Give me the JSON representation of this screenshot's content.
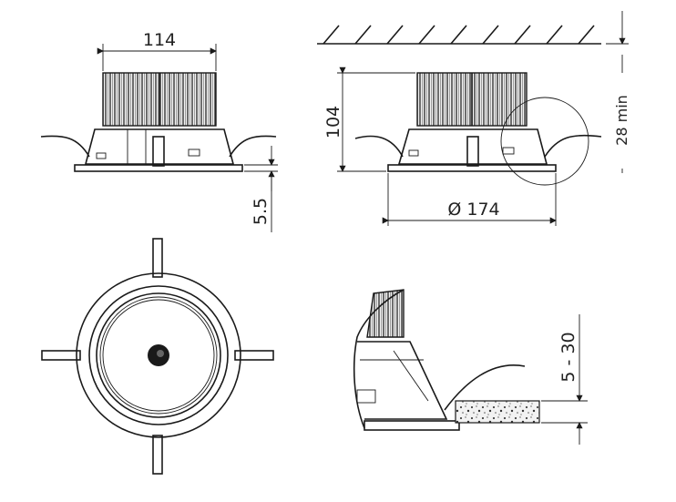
{
  "dimensions": {
    "top_width": "114",
    "height": "104",
    "min_clearance": "28 min",
    "flange_thickness": "5.5",
    "diameter": "174",
    "diameter_symbol": "Ø",
    "ceiling_range": "5 - 30"
  },
  "colors": {
    "line": "#1a1a1a",
    "fin_fill": "#3a3a3a",
    "background": "#ffffff"
  }
}
